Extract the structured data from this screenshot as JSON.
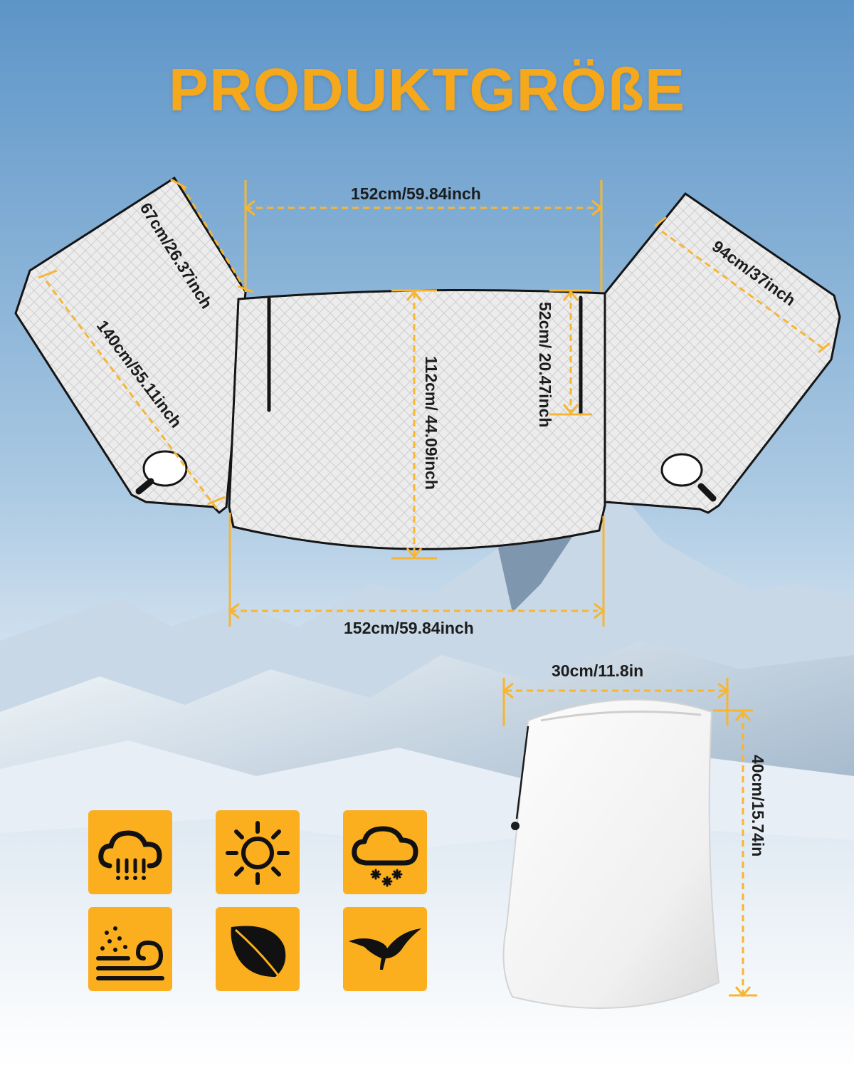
{
  "title": "PRODUKTGRÖßE",
  "colors": {
    "accent": "#f5a81c",
    "dimension_line": "#f7b534",
    "cover": "#e9e9e9",
    "sky_top": "#5d95c8",
    "sky_bottom": "#cfe0ee"
  },
  "dimensions": {
    "top_width": "152cm/59.84inch",
    "bottom_width": "152cm/59.84inch",
    "left_flap_short": "67cm/26.37inch",
    "left_flap_long": "140cm/55.11inch",
    "right_flap": "94cm/37inch",
    "center_height": "112cm/ 44.09inch",
    "mirror_pocket": "52cm/ 20.47inch",
    "bag_width": "30cm/11.8in",
    "bag_height": "40cm/15.74in"
  },
  "icons": [
    {
      "name": "rain-icon"
    },
    {
      "name": "sun-icon"
    },
    {
      "name": "snow-icon"
    },
    {
      "name": "wind-dust-icon"
    },
    {
      "name": "leaf-icon"
    },
    {
      "name": "bird-icon"
    }
  ]
}
